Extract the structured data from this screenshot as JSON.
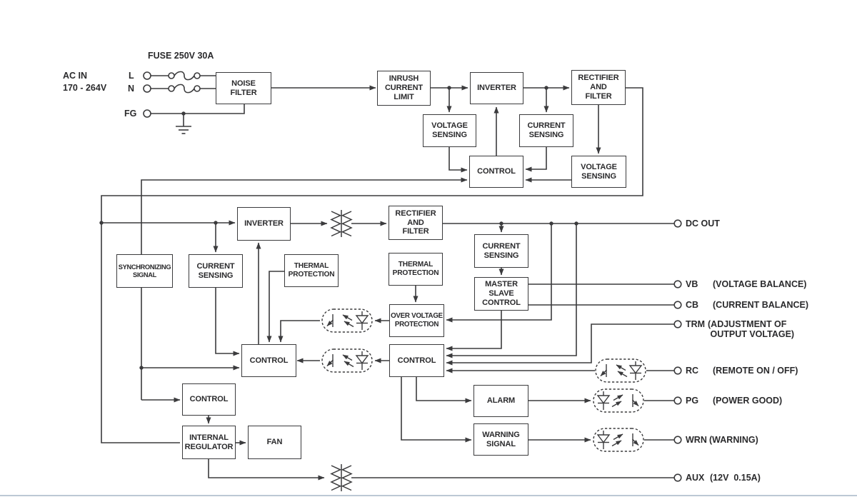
{
  "colors": {
    "line": "#3b3b3d",
    "background": "#ffffff",
    "text": "#2a2a2c",
    "footer_rule": "#bcc8d4"
  },
  "input": {
    "fuse_rating": "FUSE 250V 30A",
    "ac_label": "AC IN",
    "ac_range": "170 - 264V",
    "line_l": "L",
    "line_n": "N",
    "line_fg": "FG"
  },
  "blocks": {
    "noise_filter": "NOISE\nFILTER",
    "inrush_current_limit": "INRUSH\nCURRENT\nLIMIT",
    "inverter_pfc": "INVERTER",
    "rectifier_filter_1": "RECTIFIER\nAND\nFILTER",
    "voltage_sensing_1": "VOLTAGE\nSENSING",
    "current_sensing_1": "CURRENT\nSENSING",
    "control_1": "CONTROL",
    "voltage_sensing_2": "VOLTAGE\nSENSING",
    "synchronizing_signal": "SYNCHRONIZING\nSIGNAL",
    "inverter_main": "INVERTER",
    "current_sensing_main": "CURRENT\nSENSING",
    "thermal_protection_1": "THERMAL\nPROTECTION",
    "rectifier_filter_2": "RECTIFIER\nAND\nFILTER",
    "thermal_protection_2": "THERMAL\nPROTECTION",
    "over_voltage_protection": "OVER VOLTAGE\nPROTECTION",
    "current_sensing_out": "CURRENT\nSENSING",
    "master_slave_control": "MASTER\nSLAVE\nCONTROL",
    "control_primary": "CONTROL",
    "control_secondary": "CONTROL",
    "control_fan": "CONTROL",
    "internal_regulator": "INTERNAL\nREGULATOR",
    "fan": "FAN",
    "alarm": "ALARM",
    "warning_signal": "WARNING\nSIGNAL"
  },
  "terminals": [
    {
      "name": "DC OUT",
      "desc": ""
    },
    {
      "name": "VB",
      "desc": "(VOLTAGE BALANCE)"
    },
    {
      "name": "CB",
      "desc": "(CURRENT BALANCE)"
    },
    {
      "name": "TRM",
      "desc": "(ADJUSTMENT OF\n OUTPUT VOLTAGE)"
    },
    {
      "name": "RC",
      "desc": "(REMOTE ON / OFF)"
    },
    {
      "name": "PG",
      "desc": "(POWER GOOD)"
    },
    {
      "name": "WRN",
      "desc": "(WARNING)"
    },
    {
      "name": "AUX",
      "desc": "(12V  0.15A)"
    }
  ]
}
